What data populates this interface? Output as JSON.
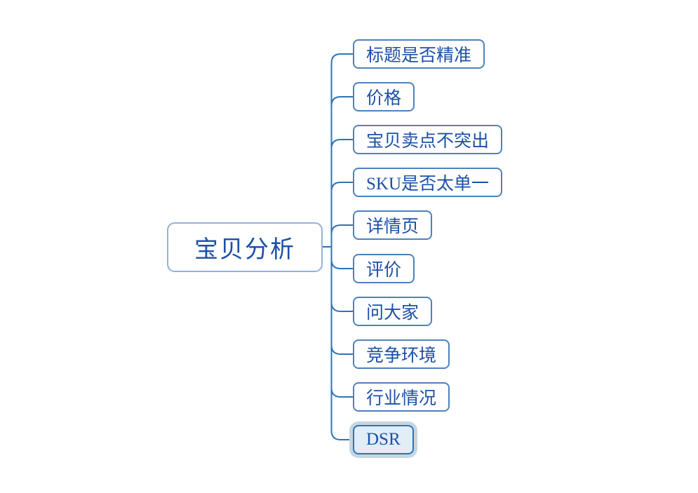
{
  "mindmap": {
    "root": {
      "label": "宝贝分析"
    },
    "children": [
      {
        "label": "标题是否精准",
        "selected": false
      },
      {
        "label": "价格",
        "selected": false
      },
      {
        "label": "宝贝卖点不突出",
        "selected": false
      },
      {
        "label": "SKU是否太单一",
        "selected": false
      },
      {
        "label": "详情页",
        "selected": false
      },
      {
        "label": "评价",
        "selected": false
      },
      {
        "label": "问大家",
        "selected": false
      },
      {
        "label": "竞争环境",
        "selected": false
      },
      {
        "label": "行业情况",
        "selected": false
      },
      {
        "label": "DSR",
        "selected": true
      }
    ],
    "colors": {
      "line": "#2E74B5",
      "node_border": "#4E81BD",
      "root_border": "#93B3DC",
      "text": "#1B50A8",
      "selected_fill": "#E2EDF5",
      "selected_halo": "#C5D6E4",
      "background": "#FFFFFF"
    }
  }
}
